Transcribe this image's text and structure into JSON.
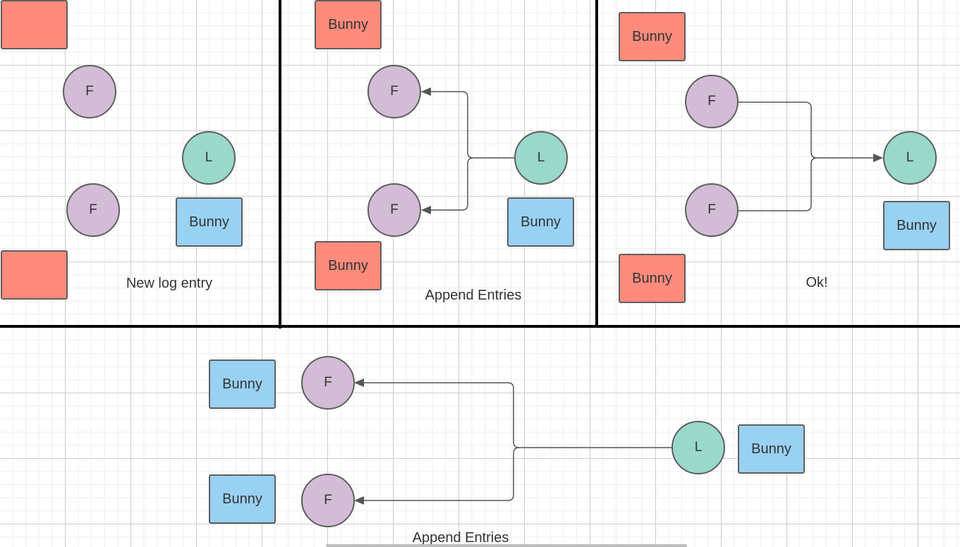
{
  "panels": [
    {
      "caption": "New log entry",
      "nodes": [
        {
          "kind": "rect",
          "color": "red",
          "label": ""
        },
        {
          "kind": "circle",
          "role": "follower",
          "label": "F"
        },
        {
          "kind": "circle",
          "role": "leader",
          "label": "L"
        },
        {
          "kind": "circle",
          "role": "follower",
          "label": "F"
        },
        {
          "kind": "rect",
          "color": "blue",
          "label": "Bunny"
        },
        {
          "kind": "rect",
          "color": "red",
          "label": ""
        }
      ]
    },
    {
      "caption": "Append Entries",
      "nodes": [
        {
          "kind": "rect",
          "color": "red",
          "label": "Bunny"
        },
        {
          "kind": "circle",
          "role": "follower",
          "label": "F"
        },
        {
          "kind": "circle",
          "role": "leader",
          "label": "L"
        },
        {
          "kind": "circle",
          "role": "follower",
          "label": "F"
        },
        {
          "kind": "rect",
          "color": "blue",
          "label": "Bunny"
        },
        {
          "kind": "rect",
          "color": "red",
          "label": "Bunny"
        }
      ]
    },
    {
      "caption": "Ok!",
      "nodes": [
        {
          "kind": "rect",
          "color": "red",
          "label": "Bunny"
        },
        {
          "kind": "circle",
          "role": "follower",
          "label": "F"
        },
        {
          "kind": "circle",
          "role": "leader",
          "label": "L"
        },
        {
          "kind": "circle",
          "role": "follower",
          "label": "F"
        },
        {
          "kind": "rect",
          "color": "blue",
          "label": "Bunny"
        },
        {
          "kind": "rect",
          "color": "red",
          "label": "Bunny"
        }
      ]
    },
    {
      "caption": "Append Entries",
      "nodes": [
        {
          "kind": "rect",
          "color": "blue",
          "label": "Bunny"
        },
        {
          "kind": "circle",
          "role": "follower",
          "label": "F"
        },
        {
          "kind": "circle",
          "role": "leader",
          "label": "L"
        },
        {
          "kind": "rect",
          "color": "blue",
          "label": "Bunny"
        },
        {
          "kind": "rect",
          "color": "blue",
          "label": "Bunny"
        },
        {
          "kind": "circle",
          "role": "follower",
          "label": "F"
        }
      ]
    }
  ],
  "colors": {
    "log_uncommitted": "#fe8b7c",
    "log_committed": "#99d1f3",
    "follower": "#d3bcd6",
    "leader": "#99d8cb",
    "stroke": "#5e5e5e",
    "divider": "#000000"
  }
}
